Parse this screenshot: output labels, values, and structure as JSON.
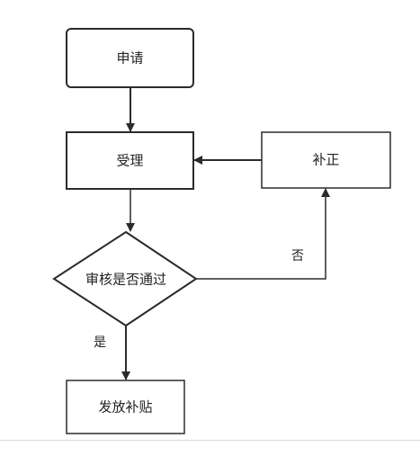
{
  "flowchart": {
    "nodes": {
      "apply": "申请",
      "accept": "受理",
      "supplement": "补正",
      "review": "审核是否通过",
      "grant": "发放补贴"
    },
    "edges": {
      "review_no": "否",
      "review_yes": "是"
    }
  },
  "colors": {
    "stroke": "#2b2b2b",
    "text": "#222222",
    "background": "#ffffff",
    "divider": "#d6d6d6"
  }
}
